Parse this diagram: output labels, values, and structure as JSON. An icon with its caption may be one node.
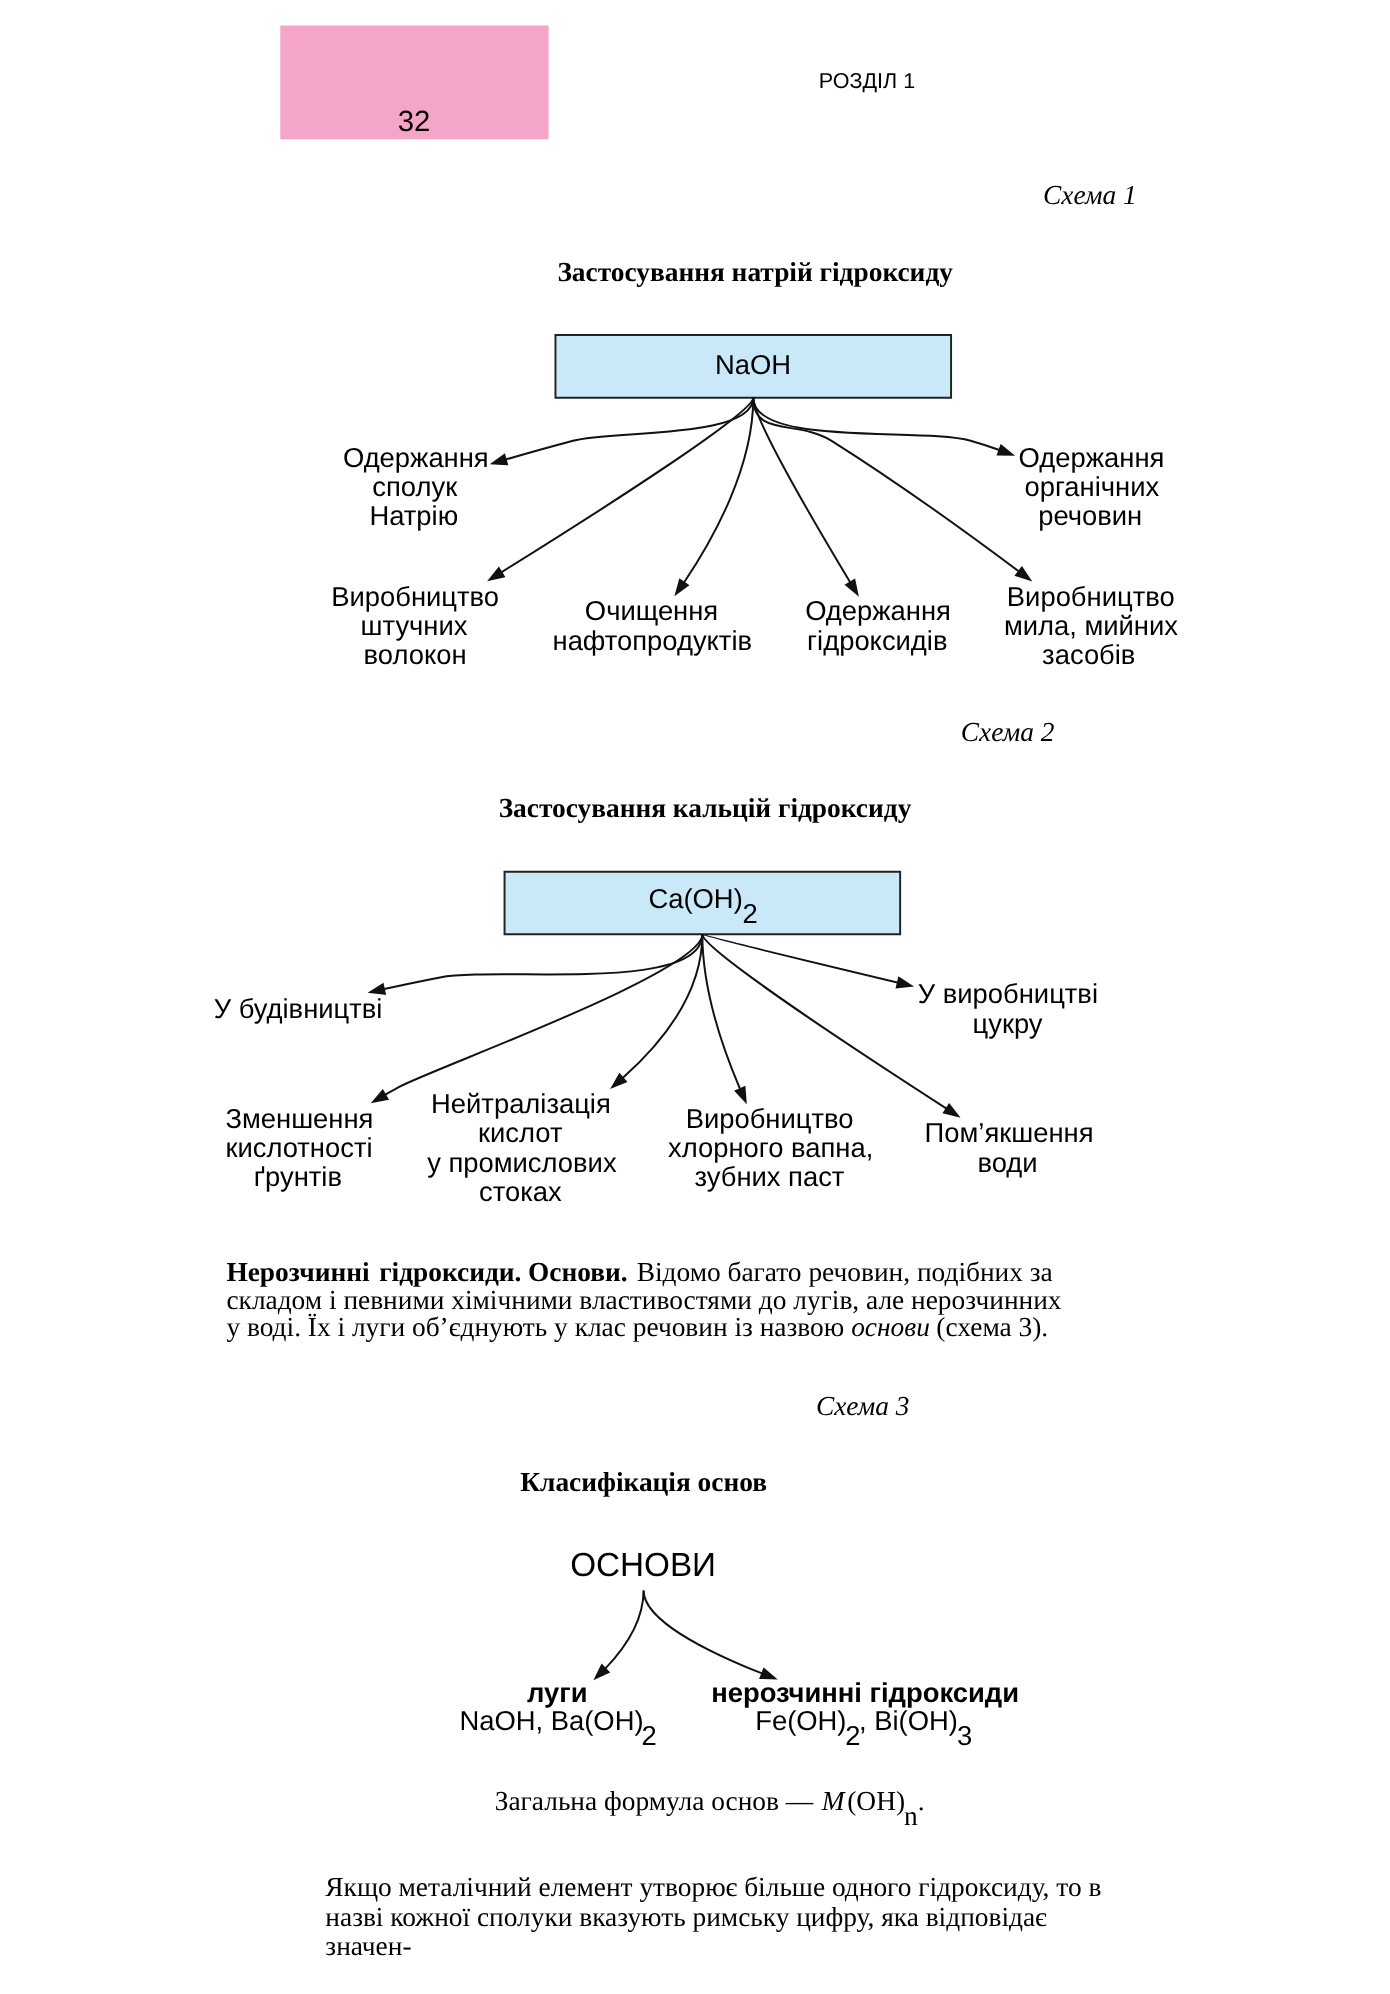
{
  "diagram": {
    "nodes": [
      {
        "text": [
          "NaOH"
        ]
      },
      {
        "text": [
          "Одержання сполук Натрію"
        ]
      },
      {
        "text": [
          "Одержання органічних речовин"
        ]
      },
      {
        "text": [
          "Виробництво штучних волокон"
        ]
      },
      {
        "text": [
          "Очищення нафтопродуктів"
        ]
      },
      {
        "text": [
          "Одержання гідроксидів"
        ]
      },
      {
        "text": [
          "Виробництво мила, мийних засобів"
        ]
      },
      {
        "text": [
          "Ca(OH)$_{2}$"
        ]
      },
      {
        "text": [
          "У будівництві"
        ]
      },
      {
        "text": [
          "У виробництві цукру"
        ]
      },
      {
        "text": [
          "Зменшення кислотності ґрунтів"
        ]
      },
      {
        "text": [
          "Нейтралізація кислот у промислових стоках"
        ]
      },
      {
        "text": [
          "Виробництво хлорного вапна, зубних паст"
        ]
      },
      {
        "text": [
          "Пом’якшення води"
        ]
      },
      {
        "text": [
          "ОСНОВИ"
        ]
      },
      {
        "text": [
          "луги",
          "NaOH, Ba(OH)$_{2}$"
        ]
      },
      {
        "text": [
          "нерозчинні гідроксиди",
          "Fe(OH)$_{2}$, Bi(OH)$_{3}$"
        ]
      }
    ],
    "edges": [
      {
        "from": 0,
        "to": 1,
        "arrow": "to"
      },
      {
        "from": 0,
        "to": 3,
        "arrow": "to"
      },
      {
        "from": 0,
        "to": 4,
        "arrow": "to"
      },
      {
        "from": 0,
        "to": 5,
        "arrow": "to"
      },
      {
        "from": 0,
        "to": 6,
        "arrow": "to"
      },
      {
        "from": 0,
        "to": 2,
        "arrow": "to"
      },
      {
        "from": 7,
        "to": 8,
        "arrow": "to"
      },
      {
        "from": 7,
        "to": 10,
        "arrow": "to"
      },
      {
        "from": 7,
        "to": 11,
        "arrow": "to"
      },
      {
        "from": 7,
        "to": 12,
        "arrow": "to"
      },
      {
        "from": 7,
        "to": 13,
        "arrow": "to"
      },
      {
        "from": 7,
        "to": 9,
        "arrow": "to"
      },
      {
        "from": 14,
        "to": 15,
        "arrow": "to"
      },
      {
        "from": 14,
        "to": 16,
        "arrow": "to"
      }
    ],
    "labels": [
      "32",
      "РОЗДІЛ 1",
      "Схема 1",
      "Застосування натрій гідроксиду",
      "Схема 2",
      "Застосування кальцій гідроксиду",
      "**Нерозчинні гідроксиди. Основи.** Відомо багато речовин, подібних за складом і певними хімічними властивостями до лугів, але нерозчинних у воді. Їх і луги об’єднують у клас речовин із назвою *основи* (схема 3).",
      "Схема 3",
      "Класифікація основ",
      "Загальна формула основ — *M*(OH)$_{n}$.",
      "Якщо металічний елемент утворює більше одного гідроксиду, то в назві кожної сполуки вказують римську цифру, яка відповідає значен-"
    ]
  }
}
